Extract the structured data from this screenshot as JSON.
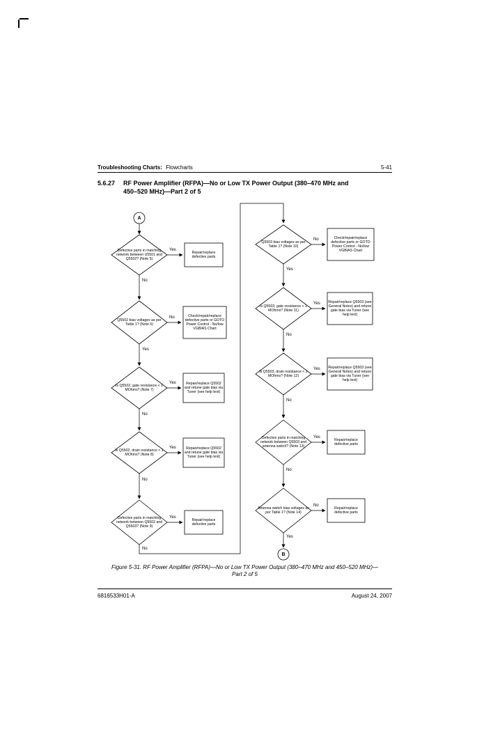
{
  "page": {
    "header": {
      "left_bold": "Troubleshooting Charts:",
      "left_normal": "Flowcharts",
      "page_number": "5-41"
    },
    "section": {
      "number": "5.6.27",
      "title_line1": "RF Power Amplifier (RFPA)—No or Low TX Power Output (380–470 MHz and",
      "title_line2": "450–520 MHz)—Part 2 of 5"
    },
    "caption_line1": "Figure 5-31.  RF Power Amplifier (RFPA)—No or Low TX Power Output (380–470 MHz and 450–520 MHz)—",
    "caption_line2": "Part 2 of 5",
    "footer": {
      "doc_number": "6816533H01-A",
      "date": "August 24, 2007"
    }
  },
  "labels": {
    "yes": "Yes",
    "no": "No"
  },
  "connectors": {
    "a": "A",
    "b": "B"
  },
  "flow": {
    "left": {
      "d1": "Defective parts in matching network between U5501 and Q5502? (Note 5)",
      "b1": "Repair/replace defective parts",
      "d2": "Q5502 bias voltages as per Table 1? (Note 6)",
      "b2": "Check/repair/replace defective parts or GOTO Power Control - No/low VGBIAS Chart",
      "d3": "Is Q5502, gate resistance < 1 MOhms? (Note 7)",
      "b3": "Repair/replace Q5502 and retune gate bias via Tuner (see help text)",
      "d4": "Is Q5502, drain resistance < 1 MOhms? (Note 8)",
      "b4": "Repair/replace Q5502 and retune gate bias via Tuner (see help text)",
      "d5": "Defective parts in matching network between Q5502 and Q5503? (Note 9)",
      "b5": "Repair/replace defective parts"
    },
    "right": {
      "d1": "Q5503 bias voltages as per Table 1? (Note 10)",
      "b1": "Check/repair/replace defective parts or GOTO Power Control - No/low VGBIAS Chart",
      "d2": "Is Q5503, gate resistance < 1 MOhms? (Note 11)",
      "b2": "Repair/replace Q5503 (see General Notes) and retune gate bias via Tuner (see help text)",
      "d3": "Is Q5503, drain resistance < 1 MOhms? (Note 12)",
      "b3": "Repair/replace Q5503 (see General Notes) and retune gate bias via Tuner (see help text)",
      "d4": "Defective parts in matching network between Q5503 and antenna switch? (Note 13)",
      "b4": "Repair/replace defective parts",
      "d5": "Antenna switch bias voltages as per Table 1? (Note 14)",
      "b5": "Repair/replace defective parts"
    }
  }
}
